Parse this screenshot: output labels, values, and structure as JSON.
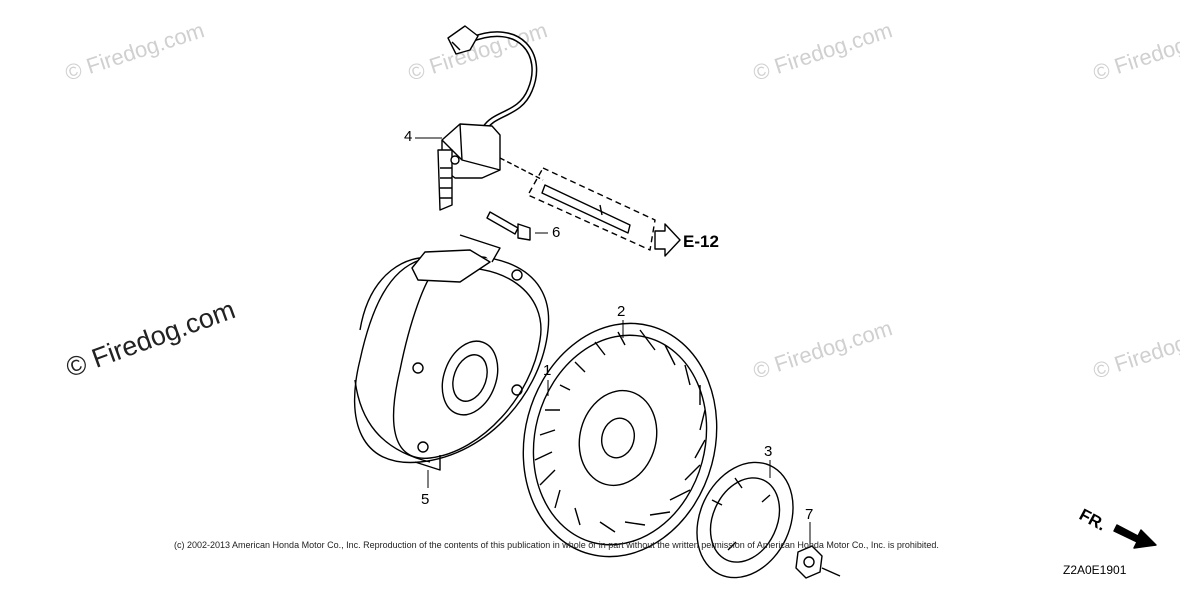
{
  "watermarks": {
    "small": "© Firedog.com",
    "large": "© Firedog.com"
  },
  "callouts": {
    "part1": "1",
    "part2": "2",
    "part3": "3",
    "part4": "4",
    "part5": "5",
    "part6": "6",
    "part7": "7"
  },
  "reference": "E-12",
  "copyright": "(c) 2002-2013 American Honda Motor Co., Inc. Reproduction of the contents of this publication in whole or in part without the written permission of American Honda Motor Co., Inc. is prohibited.",
  "front_label": "FR.",
  "diagram_code": "Z2A0E1901"
}
